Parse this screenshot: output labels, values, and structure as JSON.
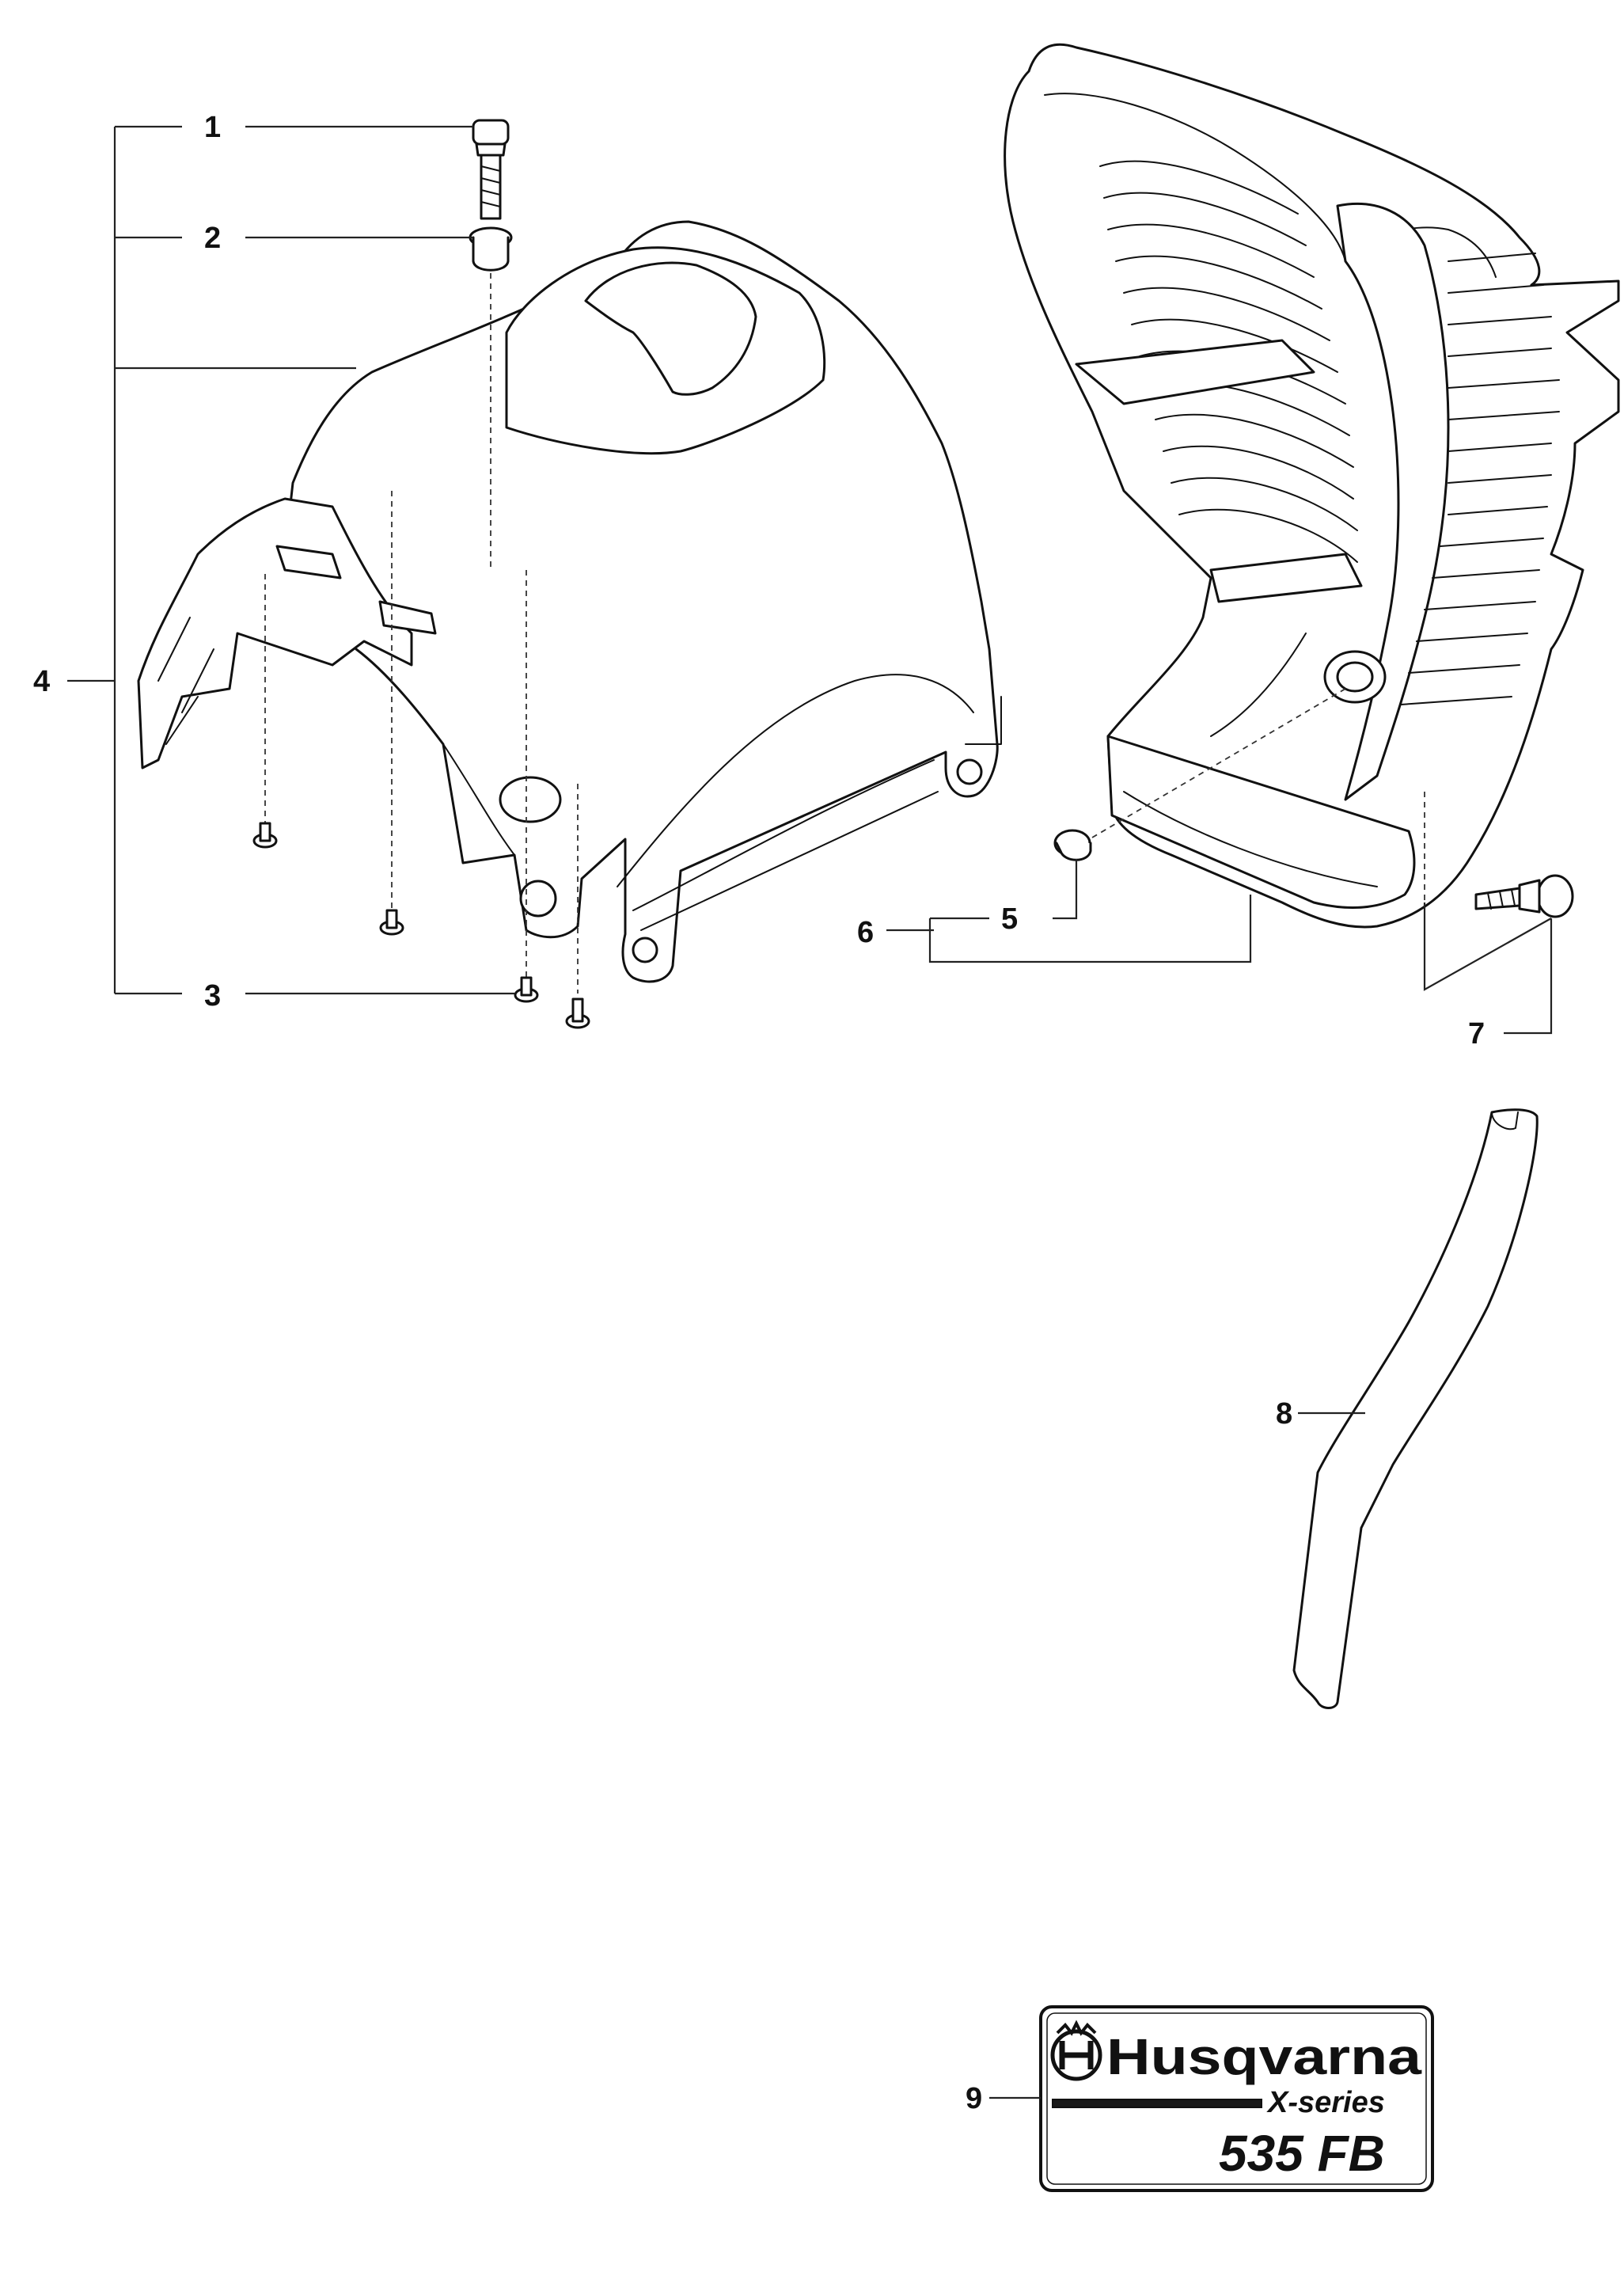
{
  "callouts": {
    "c1": "1",
    "c2": "2",
    "c3": "3",
    "c4": "4",
    "c5": "5",
    "c6": "6",
    "c7": "7",
    "c8": "8",
    "c9": "9"
  },
  "decal": {
    "brand": "Husqvarna",
    "series": "X-series",
    "model": "535 FB"
  },
  "colors": {
    "line": "#111111",
    "background": "#ffffff"
  }
}
